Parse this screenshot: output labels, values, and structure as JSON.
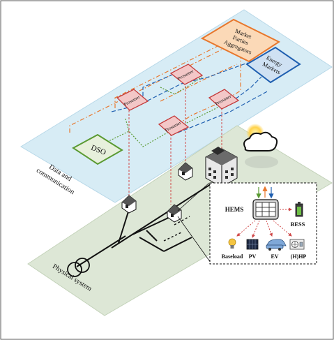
{
  "layers": {
    "communication": "Data and communication",
    "communication_lines": [
      "Data and",
      "communication"
    ],
    "physical": "Physical system"
  },
  "actors": {
    "market_parties": {
      "label": "Market Parties Aggregators",
      "lines": [
        "Market",
        "Parties",
        "Aggregators"
      ],
      "color": "#e8772c"
    },
    "energy_markets": {
      "label": "Energy Markets",
      "lines": [
        "Energy",
        "Markets"
      ],
      "color": "#1f5fb0"
    },
    "dso": {
      "label": "DSO",
      "color": "#5a9a32"
    },
    "prosumer_label": "Prosumer"
  },
  "home": {
    "hems_label": "HEMS",
    "devices": [
      "BESS",
      "Baseload",
      "PV",
      "EV",
      "(H)HP"
    ]
  },
  "colors": {
    "comm_plane": "#d7ecf5",
    "physical_plane": "#dde7d6",
    "prosumer_fill": "#f3c7c7",
    "prosumer_stroke": "#c43b3b",
    "link_orange": "#e8772c",
    "link_blue": "#1f5fb0",
    "link_green": "#5a9a32",
    "link_red": "#d04848"
  }
}
